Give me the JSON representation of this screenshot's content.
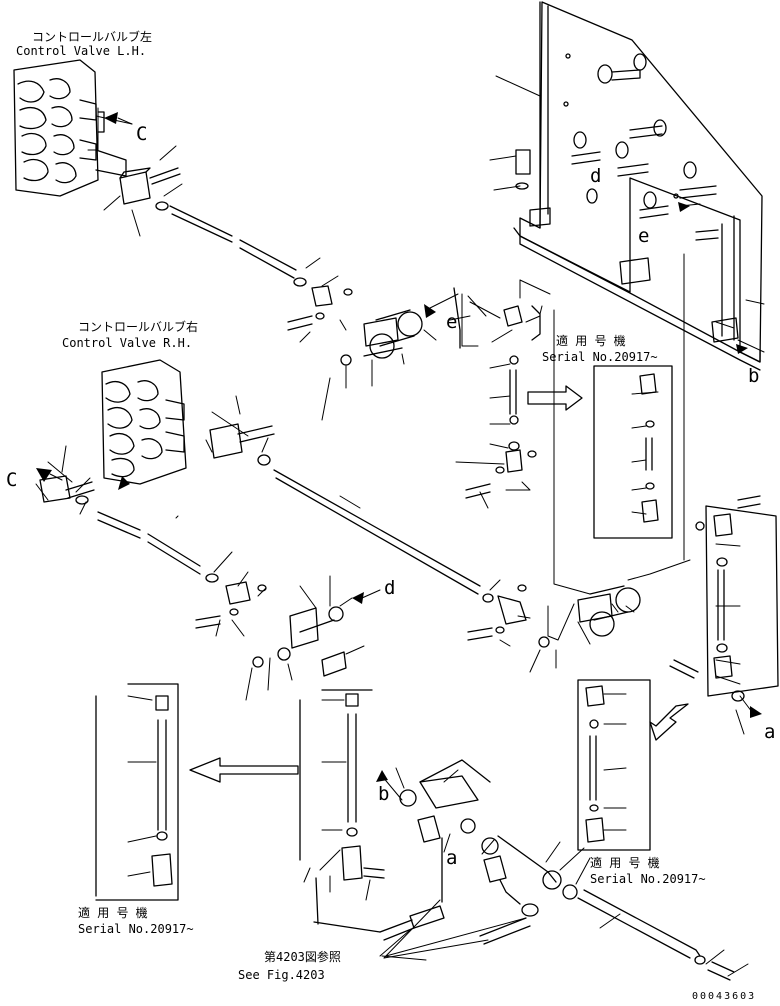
{
  "labels": {
    "cv_lh_jp": "コントロールバルブ左",
    "cv_lh_en": "Control Valve L.H.",
    "cv_rh_jp": "コントロールバルブ右",
    "cv_rh_en": "Control Valve R.H.",
    "serial_1_jp": "適 用 号 機",
    "serial_1_en": "Serial No.20917~",
    "serial_2_jp": "適 用 号 機",
    "serial_2_en": "Serial No.20917~",
    "serial_3_jp": "適 用 号 機",
    "serial_3_en": "Serial No.20917~",
    "see_fig_jp": "第4203図参照",
    "see_fig_en": "See Fig.4203",
    "drawing_code": "00043603"
  },
  "callouts": {
    "c_top": "C",
    "c_left": "C",
    "d_plate": "d",
    "e_plate": "e",
    "e_link": "e",
    "b_plate": "b",
    "d_lower": "d",
    "a_right": "a",
    "b_lower": "b",
    "a_lower": "a"
  }
}
